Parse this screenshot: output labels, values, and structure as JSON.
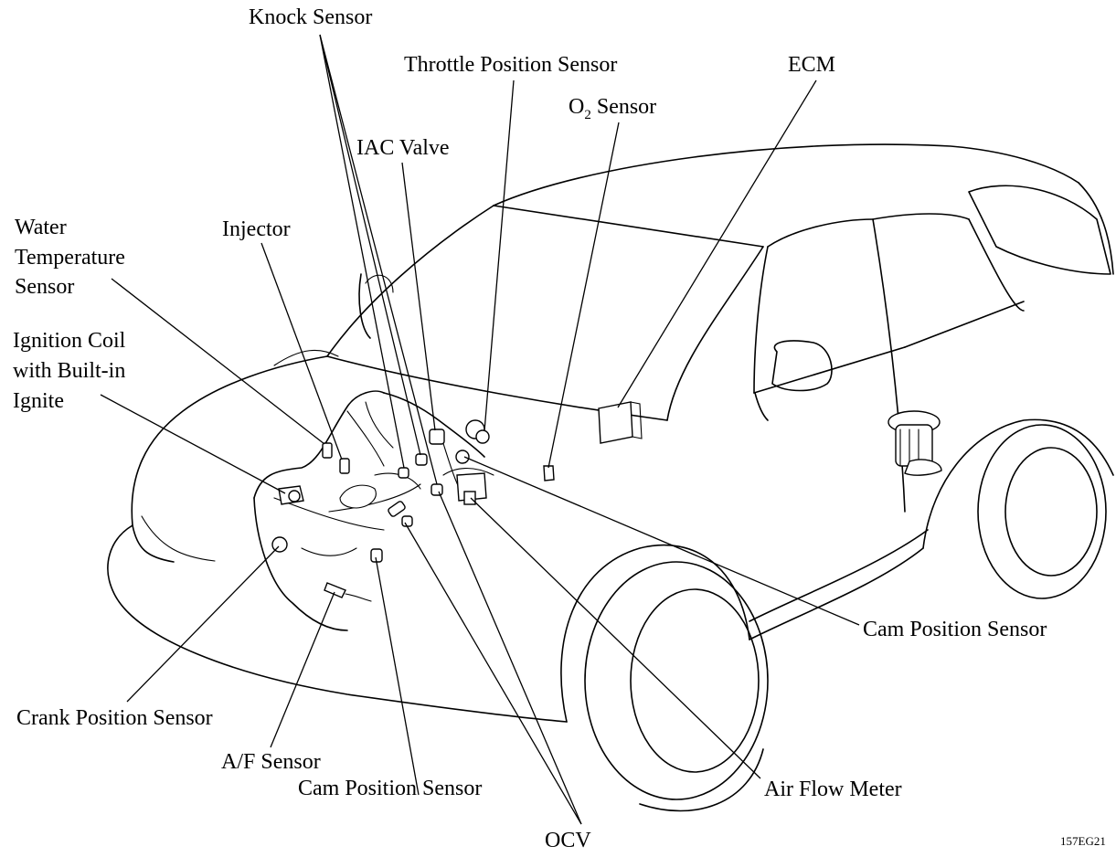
{
  "labels": {
    "knock_sensor": "Knock Sensor",
    "throttle_position_sensor": "Throttle Position Sensor",
    "ecm": "ECM",
    "o2_sensor_prefix": "O",
    "o2_sensor_sub": "2",
    "o2_sensor_suffix": " Sensor",
    "iac_valve": "IAC Valve",
    "water_temp_line1": "Water",
    "water_temp_line2": "Temperature",
    "water_temp_line3": "Sensor",
    "injector": "Injector",
    "ignition_line1": "Ignition Coil",
    "ignition_line2": "with Built-in",
    "ignition_line3": "Ignite",
    "cam_position_sensor_right": "Cam Position Sensor",
    "crank_position_sensor": "Crank Position Sensor",
    "af_sensor": "A/F Sensor",
    "cam_position_sensor_bottom": "Cam Position Sensor",
    "ocv": "OCV",
    "air_flow_meter": "Air Flow Meter"
  },
  "figure_code": "157EG21"
}
